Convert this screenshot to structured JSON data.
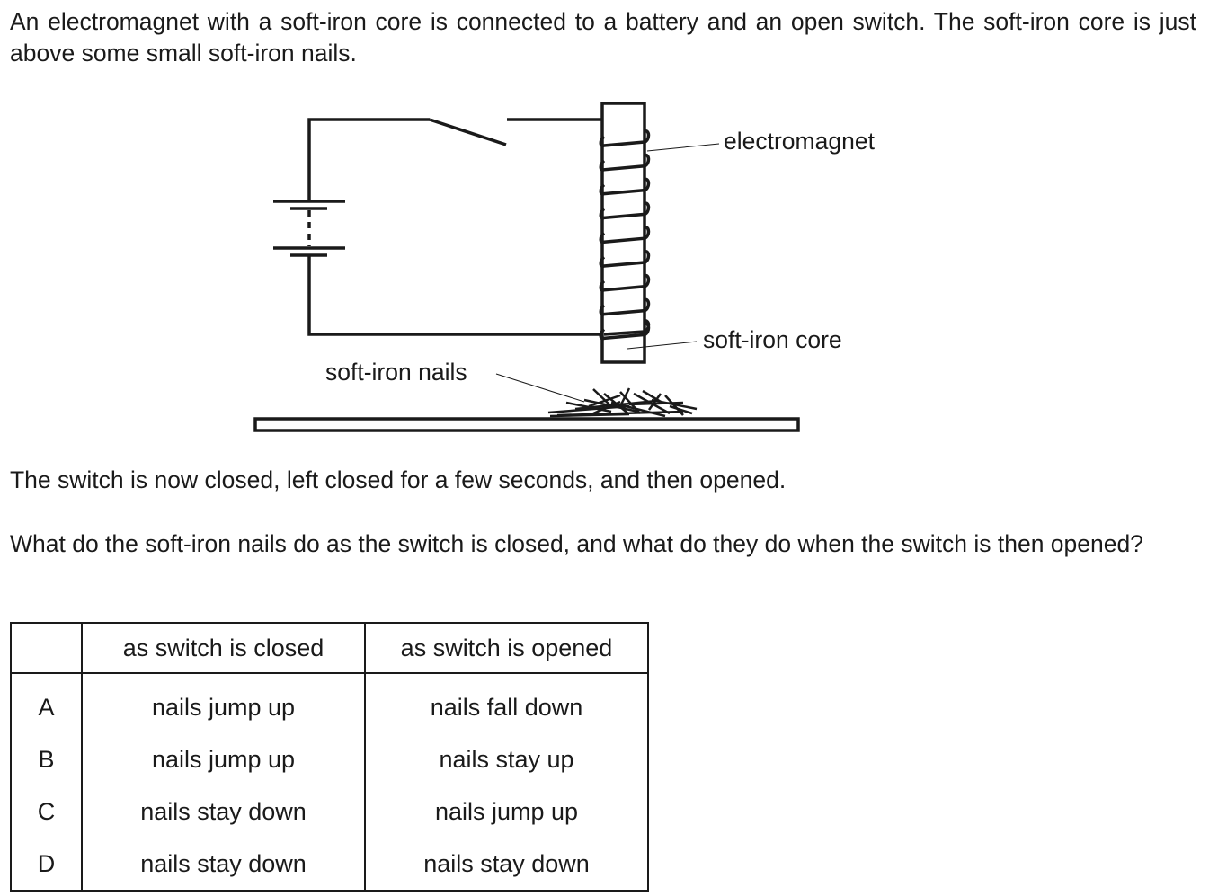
{
  "question": {
    "intro": "An electromagnet with a soft-iron core is connected to a battery and an open switch. The soft-iron core is just above some small soft-iron nails.",
    "statement": "The switch is now closed, left closed for a few seconds, and then opened.",
    "prompt": "What do the soft-iron nails do as the switch is closed, and what do they do when the switch is then opened?"
  },
  "diagram": {
    "labels": {
      "electromagnet": "electromagnet",
      "core": "soft-iron core",
      "nails": "soft-iron nails"
    }
  },
  "table": {
    "headers": [
      "",
      "as switch is closed",
      "as switch is opened"
    ],
    "rows": [
      {
        "key": "A",
        "closed": "nails jump up",
        "opened": "nails fall down"
      },
      {
        "key": "B",
        "closed": "nails jump up",
        "opened": "nails stay up"
      },
      {
        "key": "C",
        "closed": "nails stay down",
        "opened": "nails jump up"
      },
      {
        "key": "D",
        "closed": "nails stay down",
        "opened": "nails stay down"
      }
    ]
  }
}
